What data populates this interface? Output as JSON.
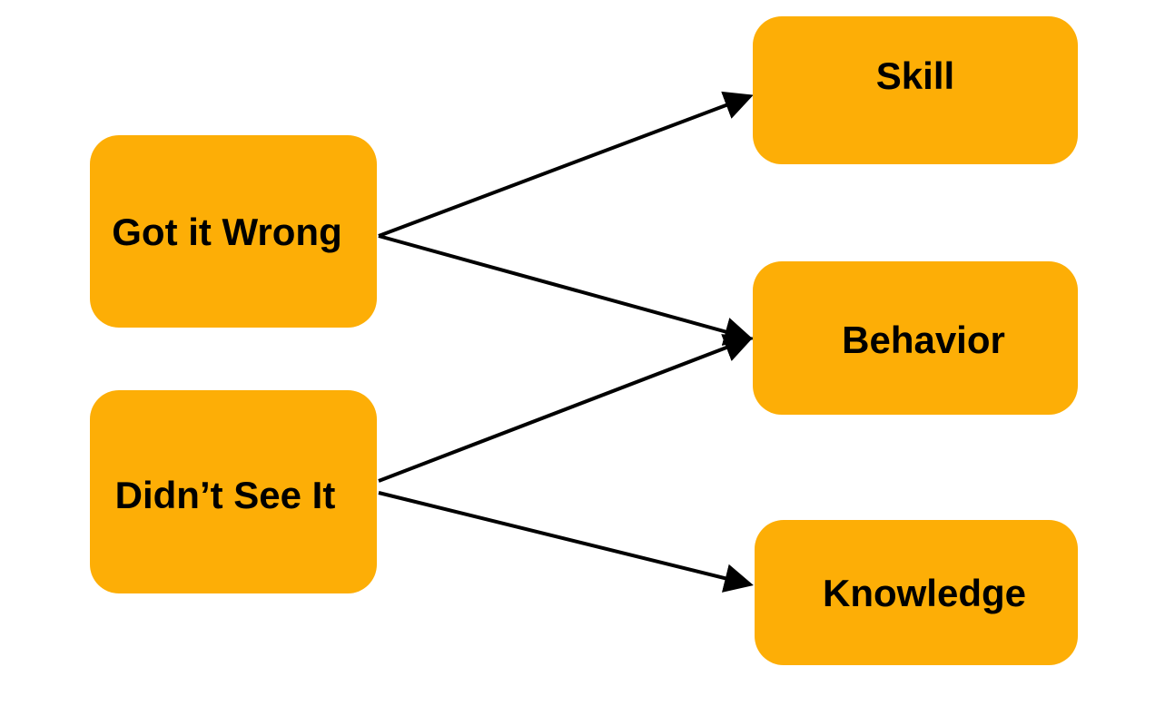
{
  "diagram": {
    "colors": {
      "node_fill": "#FDAE06",
      "text": "#000000",
      "edge": "#000000"
    },
    "nodes": {
      "got_it_wrong": "Got it Wrong",
      "didnt_see_it": "Didn’t See It",
      "skill": "Skill",
      "behavior": "Behavior",
      "knowledge": "Knowledge"
    },
    "edges": [
      {
        "from": "Got it Wrong",
        "to": "Skill"
      },
      {
        "from": "Got it Wrong",
        "to": "Behavior"
      },
      {
        "from": "Didn’t See It",
        "to": "Behavior"
      },
      {
        "from": "Didn’t See It",
        "to": "Knowledge"
      }
    ]
  }
}
